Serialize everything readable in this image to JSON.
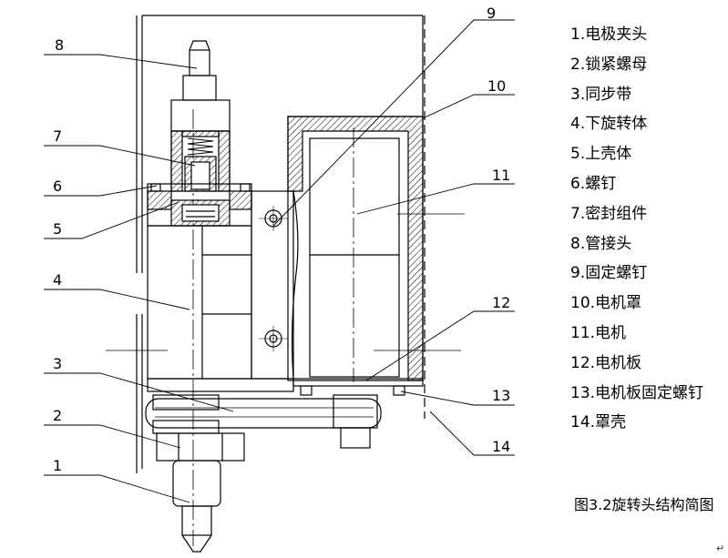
{
  "callouts": [
    "1",
    "2",
    "3",
    "4",
    "5",
    "6",
    "7",
    "8",
    "9",
    "10",
    "11",
    "12",
    "13",
    "14"
  ],
  "legend": [
    "1.电极夹头",
    "2.锁紧螺母",
    "3.同步带",
    "4.下旋转体",
    "5.上壳体",
    "6.螺钉",
    "7.密封组件",
    "8.管接头",
    "9.固定螺钉",
    "10.电机罩",
    "11.电机",
    "12.电机板",
    "13.电机板固定螺钉",
    "14.罩壳"
  ],
  "caption": "图3.2旋转头结构简图",
  "end_mark": "↵",
  "colors": {
    "ink": "#000000",
    "paper": "#ffffff"
  }
}
